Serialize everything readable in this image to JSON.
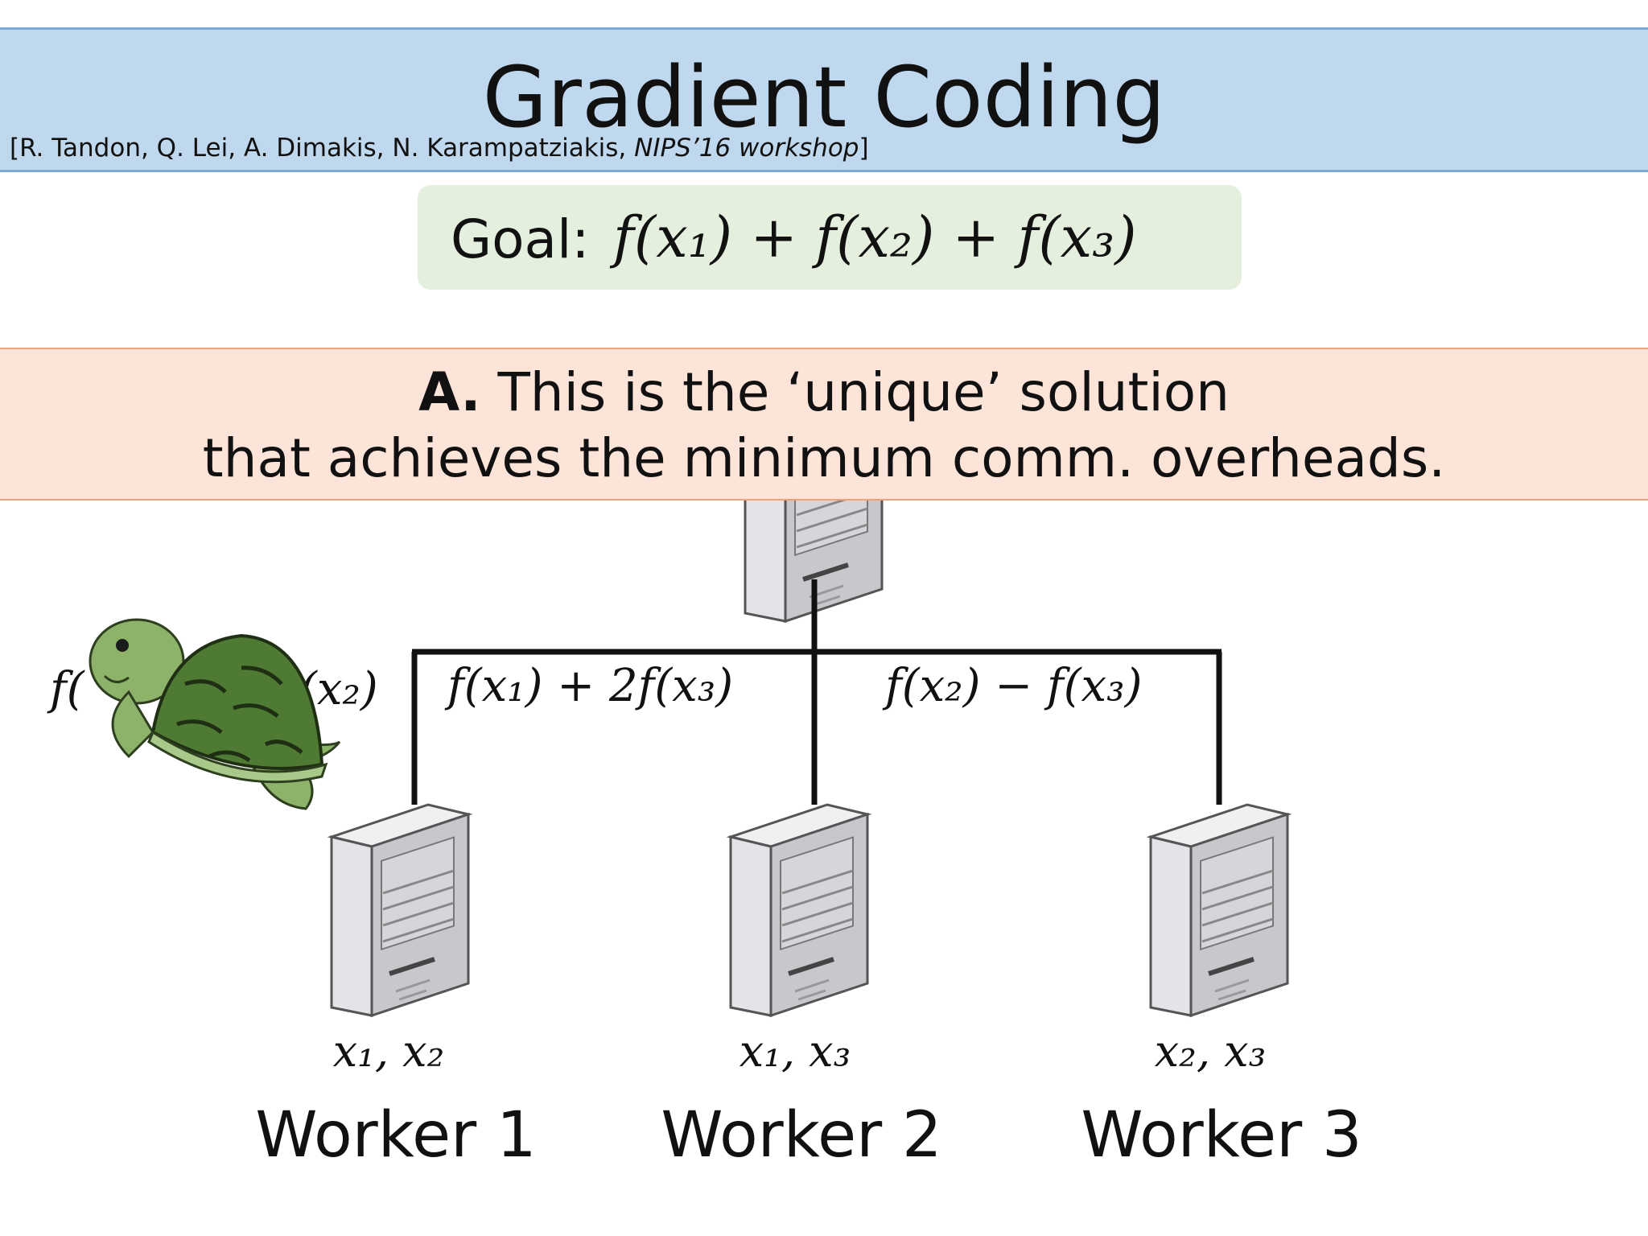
{
  "header": {
    "title": "Gradient Coding",
    "citation_authors": "[R. Tandon, Q. Lei, A. Dimakis, N. Karampatziakis, ",
    "citation_venue": "NIPS’16 workshop",
    "citation_close": "]"
  },
  "goal": {
    "label": "Goal:",
    "formula": "f(x₁) + f(x₂) + f(x₃)"
  },
  "answer": {
    "prefix": "A.",
    "line1": " This is the ‘unique’ solution",
    "line2": "that achieves the minimum comm. overheads."
  },
  "edges": {
    "worker1_partial_left": "f(",
    "worker1_partial_right": "(x₂)",
    "worker2": "f(x₁) + 2f(x₃)",
    "worker3": "f(x₂) − f(x₃)"
  },
  "workers": [
    {
      "data": "x₁, x₂",
      "name": "Worker 1"
    },
    {
      "data": "x₁, x₃",
      "name": "Worker 2"
    },
    {
      "data": "x₂, x₃",
      "name": "Worker 3"
    }
  ],
  "colors": {
    "title_band": "#bfd8ee",
    "goal_box": "#e4efdd",
    "answer_band": "#fde4d8",
    "turtle_body": "#8db36b",
    "turtle_shell": "#4f7a33"
  },
  "icons": [
    "server-icon",
    "turtle-icon"
  ]
}
